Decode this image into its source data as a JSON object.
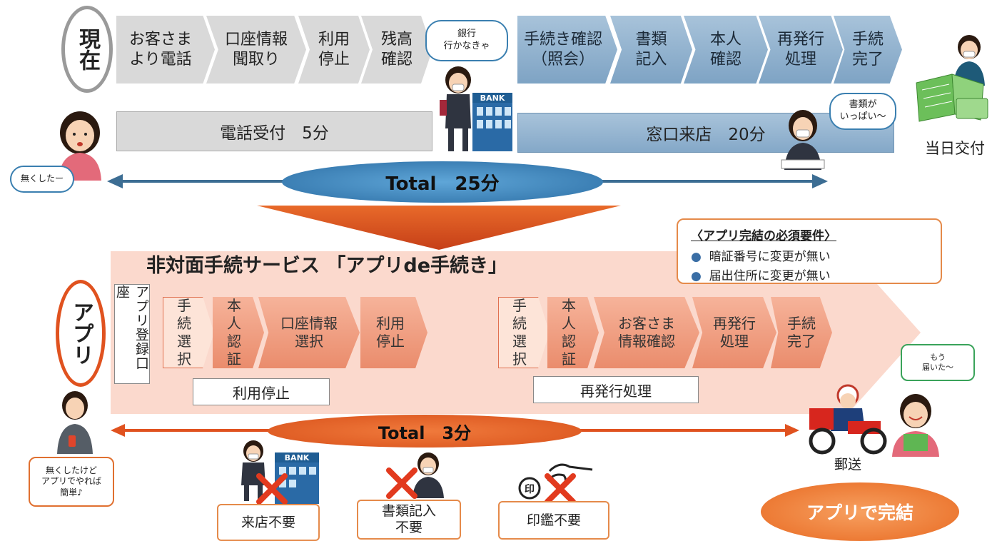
{
  "current": {
    "label": "現在",
    "steps_phone": [
      "お客さま\nより電話",
      "口座情報\n聞取り",
      "利用\n停止",
      "残高\n確認"
    ],
    "steps_branch": [
      "手続き確認\n（照会）",
      "書類\n記入",
      "本人\n確認",
      "再発行\n処理",
      "手続\n完了"
    ],
    "phone_bar": "電話受付　5分",
    "branch_bar": "窓口来店　20分",
    "total": "Total　25分",
    "bubble_lost": "無くしたー",
    "bubble_bank": "銀行\n行かなきゃ",
    "bubble_docs": "書類が\nいっぱい〜",
    "same_day": "当日交付",
    "bank_sign": "BANK"
  },
  "app": {
    "label": "アプリ",
    "service_title": "非対面手続サービス 「アプリde手続き」",
    "registered_account": "アプリ登録口座",
    "steps_stop": [
      "手\n続\n選\n択",
      "本\n人\n認\n証",
      "口座情報\n選択",
      "利用\n停止"
    ],
    "steps_reissue": [
      "手\n続\n選\n択",
      "本\n人\n認\n証",
      "お客さま\n情報確認",
      "再発行\n処理",
      "手続\n完了"
    ],
    "stop_label": "利用停止",
    "reissue_label": "再発行処理",
    "total": "Total　3分",
    "bubble_easy": "無くしたけど\nアプリでやれば\n簡単♪",
    "bubble_arrived": "もう\n届いた〜",
    "mail": "郵送",
    "complete": "アプリで完結",
    "no_visit": "来店不要",
    "no_docs": "書類記入\n不要",
    "no_seal": "印鑑不要",
    "seal_char": "印",
    "bank_sign": "BANK"
  },
  "requirements": {
    "title": "〈アプリ完結の必須要件〉",
    "items": [
      "暗証番号に変更が無い",
      "届出住所に変更が無い"
    ]
  }
}
